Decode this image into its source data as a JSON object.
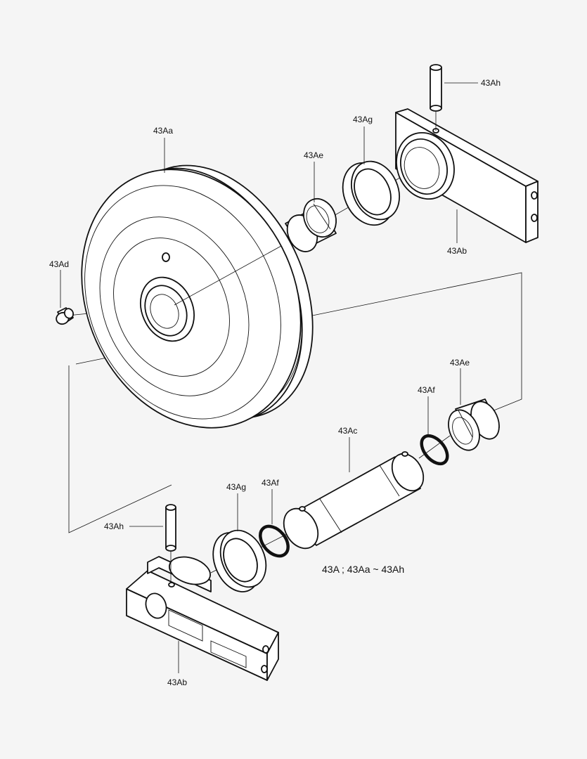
{
  "diagram": {
    "caption": "43A ; 43Aa ~ 43Ah",
    "labels": {
      "idler_wheel": "43Aa",
      "bracket_top": "43Ab",
      "bracket_bottom": "43Ab",
      "shaft": "43Ac",
      "plug": "43Ad",
      "bushing_top": "43Ae",
      "bushing_right": "43Ae",
      "oring_right": "43Af",
      "oring_left": "43Af",
      "seal_top": "43Ag",
      "seal_bottom": "43Ag",
      "pin_top": "43Ah",
      "pin_bottom": "43Ah"
    }
  }
}
